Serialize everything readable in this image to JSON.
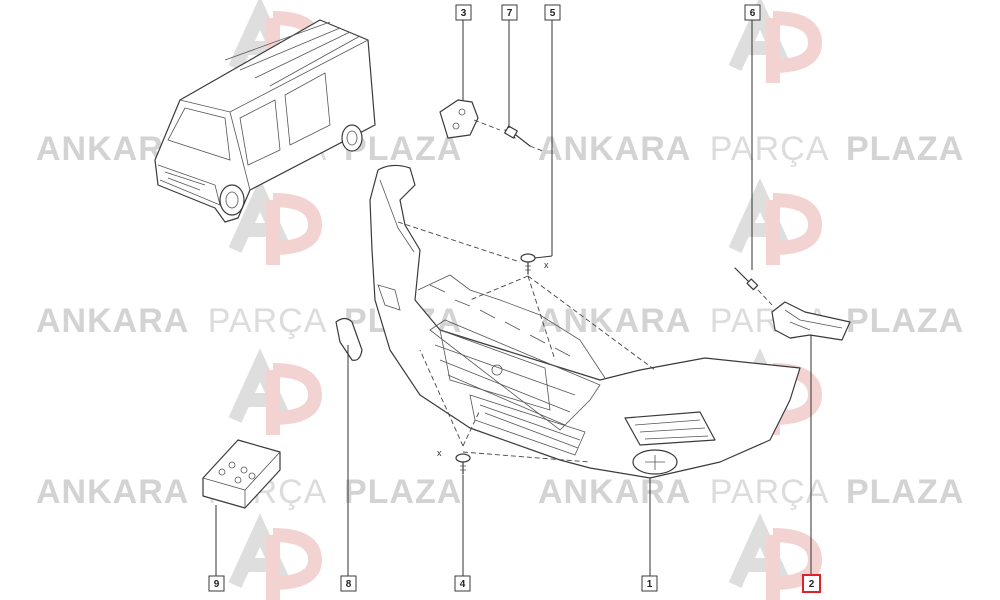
{
  "watermark": {
    "brand_bold_1": "ANKARA",
    "brand_light": "PARÇA",
    "brand_bold_2": "PLAZA",
    "logo_letters": "AP",
    "colors": {
      "text_bold": "#d3d3d3",
      "logo_a": "#d8d8d8",
      "logo_p": "#f1c9c9"
    }
  },
  "callouts": [
    {
      "id": "c3",
      "label": "3"
    },
    {
      "id": "c7",
      "label": "7"
    },
    {
      "id": "c5",
      "label": "5"
    },
    {
      "id": "c6",
      "label": "6"
    },
    {
      "id": "c9",
      "label": "9"
    },
    {
      "id": "c8",
      "label": "8"
    },
    {
      "id": "c4",
      "label": "4"
    },
    {
      "id": "c1",
      "label": "1"
    },
    {
      "id": "c2",
      "label": "2",
      "highlight": true,
      "highlight_color": "#e0202a"
    }
  ],
  "axis_marks": {
    "upper": "x",
    "lower": "x"
  }
}
